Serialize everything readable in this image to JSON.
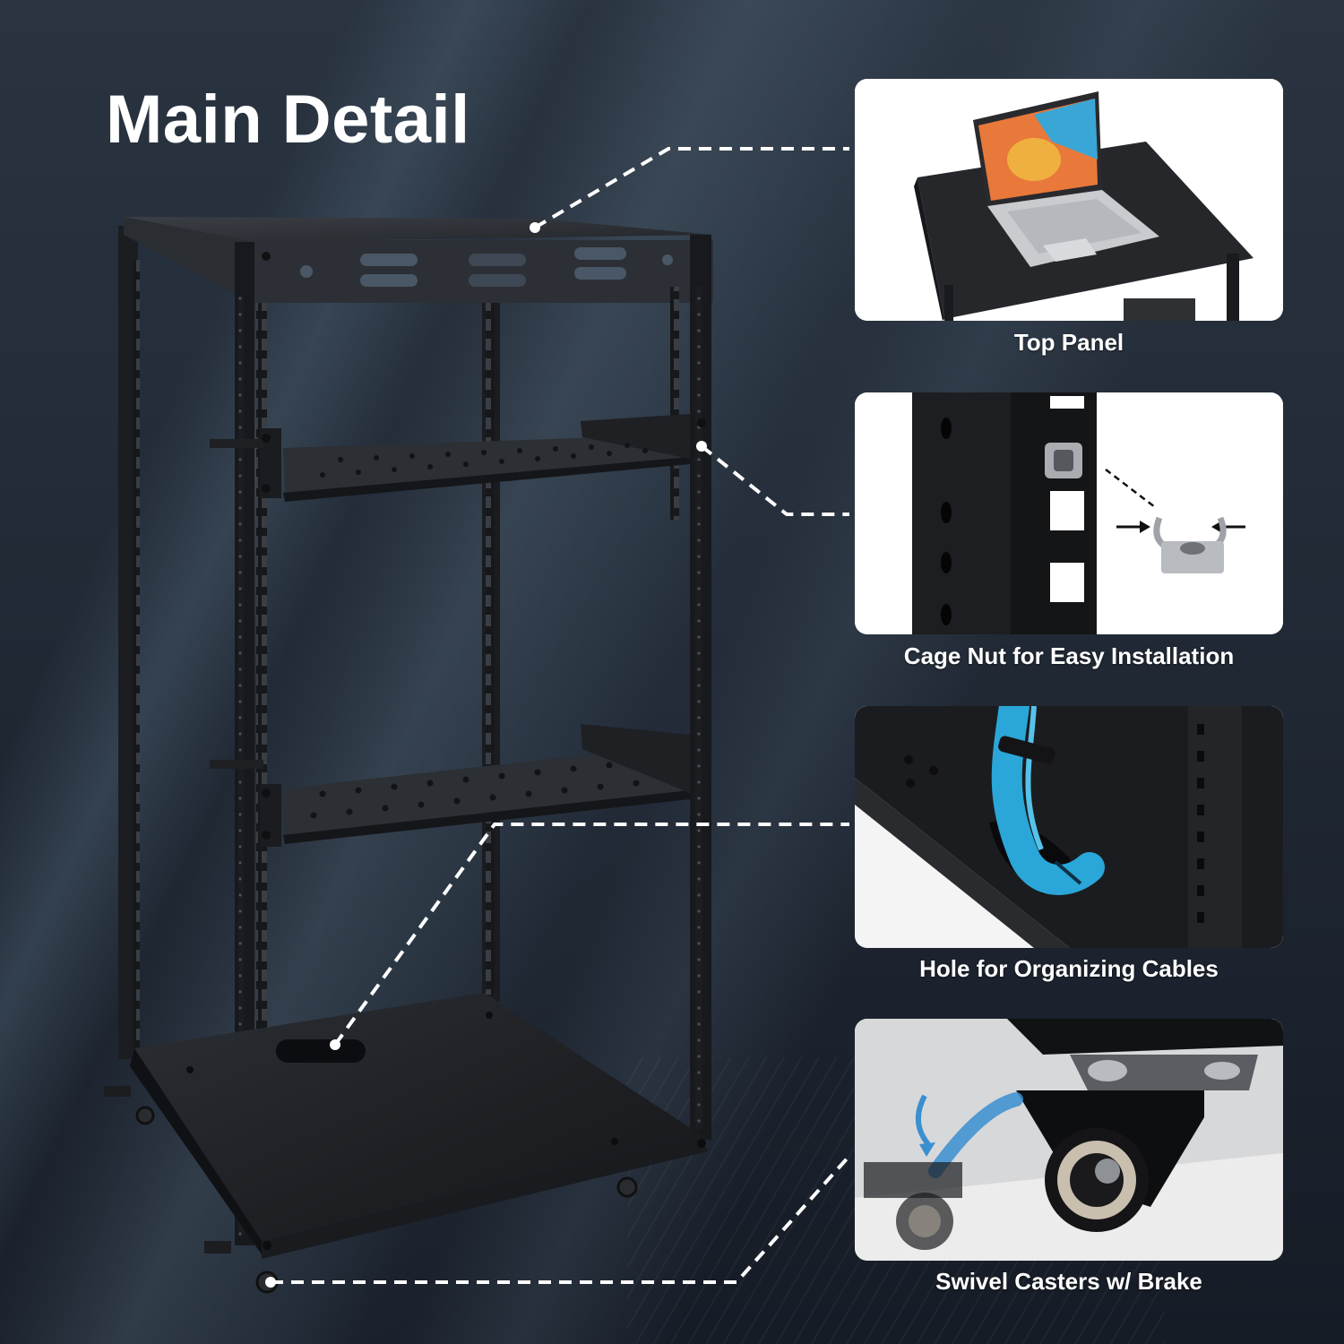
{
  "heading": {
    "title": "Main Detail"
  },
  "colors": {
    "background": "#222a35",
    "panel_background": "#ffffff",
    "rack_metal": "#1b1d21",
    "callout_line": "#ffffff",
    "cable_blue": "#2aa6d8",
    "brake_blue": "#3a8fd0"
  },
  "product": {
    "name": "open-frame-server-rack",
    "components": [
      "top-panel",
      "adjustable-shelf-upper",
      "adjustable-shelf-lower",
      "rack-rails",
      "bottom-panel-cable-hole",
      "swivel-casters"
    ]
  },
  "details": [
    {
      "id": "top-panel",
      "caption": "Top Panel",
      "illustration": "laptop-on-top-panel"
    },
    {
      "id": "cage-nut",
      "caption": "Cage Nut for Easy Installation",
      "illustration": "cage-nut-rail-closeup"
    },
    {
      "id": "cable-hole",
      "caption": "Hole for Organizing Cables",
      "illustration": "blue-cables-through-hole"
    },
    {
      "id": "casters",
      "caption": "Swivel Casters w/ Brake",
      "illustration": "caster-wheel-with-brake"
    }
  ]
}
